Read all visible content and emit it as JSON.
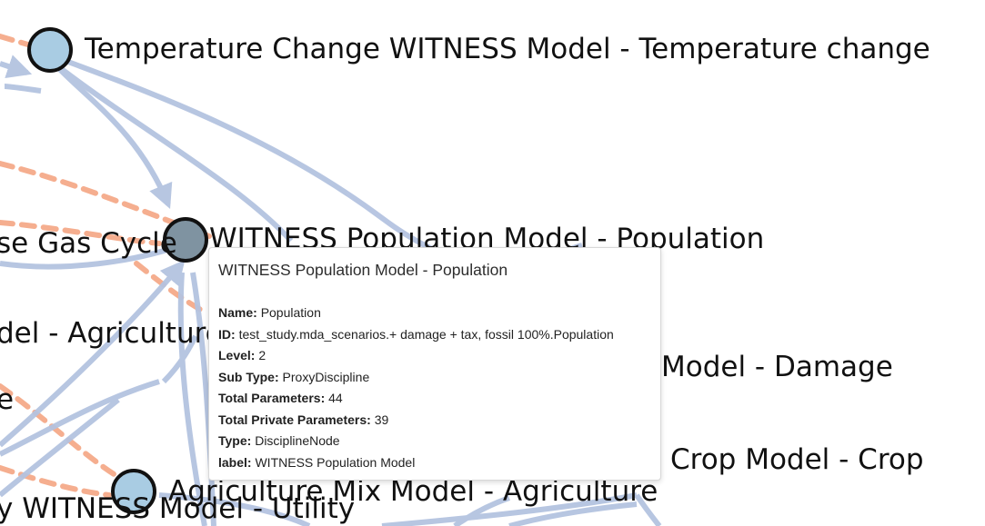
{
  "graph": {
    "nodes": [
      {
        "label": "Temperature Change WITNESS Model - Temperature change",
        "color": "#a9cce3"
      },
      {
        "label": "WITNESS Population Model - Population",
        "color": "#7f93a1"
      },
      {
        "label": "se Gas Cycle",
        "color": null
      },
      {
        "label": "del - Agriculture",
        "color": null
      },
      {
        "label": "e",
        "color": null
      },
      {
        "label": "Model - Damage",
        "color": null
      },
      {
        "label": "Crop Model - Crop",
        "color": null
      },
      {
        "label": "Agriculture Mix Model - Agriculture",
        "color": "#a9cce3"
      },
      {
        "label": "y WITNESS Model - Utility",
        "color": null
      }
    ],
    "edge_colors": {
      "coupling": "#b4c3e0",
      "dashed": "#f5ae8f"
    }
  },
  "tooltip": {
    "title": "WITNESS Population Model - Population",
    "fields": [
      {
        "key": "Name:",
        "value": "Population"
      },
      {
        "key": "ID:",
        "value": "test_study.mda_scenarios.+ damage + tax, fossil 100%.Population"
      },
      {
        "key": "Level:",
        "value": "2"
      },
      {
        "key": "Sub Type:",
        "value": "ProxyDiscipline"
      },
      {
        "key": "Total Parameters:",
        "value": "44"
      },
      {
        "key": "Total Private Parameters:",
        "value": "39"
      },
      {
        "key": "Type:",
        "value": "DisciplineNode"
      },
      {
        "key": "label:",
        "value": "WITNESS Population Model"
      }
    ]
  }
}
